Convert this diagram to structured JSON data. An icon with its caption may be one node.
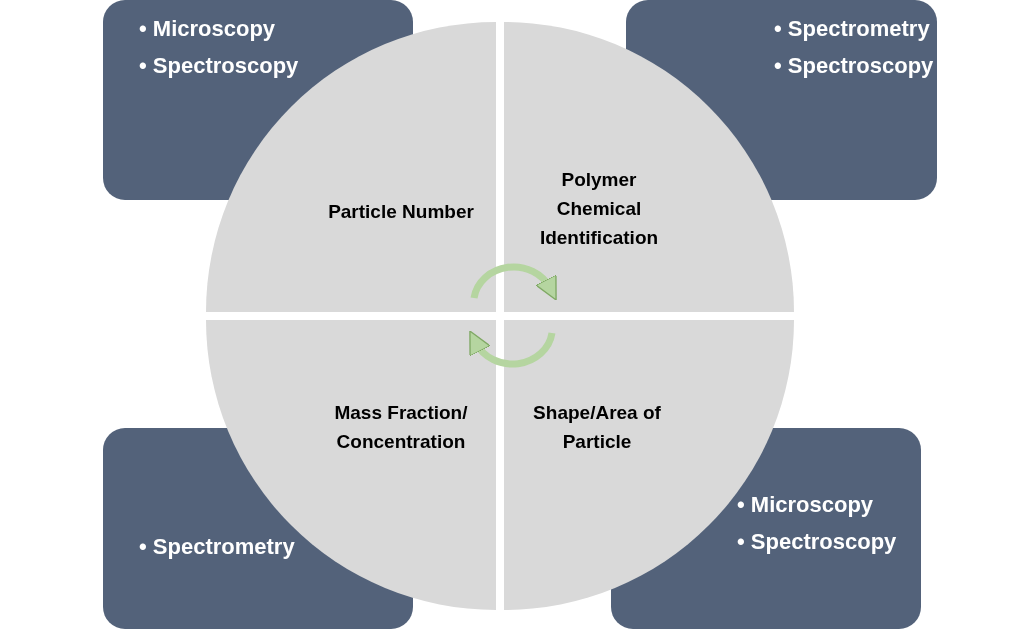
{
  "diagram": {
    "nodes": [
      {
        "text": [
          "• Microscopy",
          "• Spectroscopy"
        ]
      },
      {
        "text": [
          "• Spectrometry",
          "• Spectroscopy"
        ]
      },
      {
        "text": [
          "Particle Number"
        ]
      },
      {
        "text": [
          "Polymer Chemical Identification"
        ]
      },
      {
        "text": [
          "Mass Fraction/ Concentration"
        ]
      },
      {
        "text": [
          "Shape/Area of Particle"
        ]
      },
      {
        "text": [
          "• Spectrometry"
        ]
      },
      {
        "text": [
          "• Microscopy",
          "• Spectroscopy"
        ]
      }
    ],
    "edges": [
      {
        "from": 2,
        "to": 3,
        "arrow": "to"
      },
      {
        "from": 5,
        "to": 4,
        "arrow": "to"
      }
    ]
  }
}
